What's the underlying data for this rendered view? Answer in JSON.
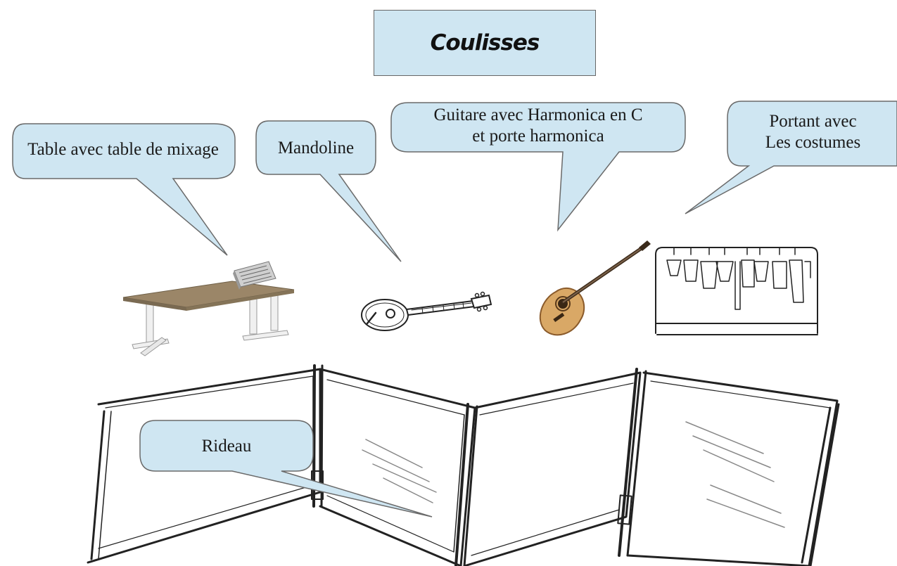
{
  "title": "Coulisses",
  "callouts": {
    "table": "Table avec table de mixage",
    "mandoline": "Mandoline",
    "guitare_line1": "Guitare avec Harmonica en C",
    "guitare_line2": "et porte harmonica",
    "portant_line1": "Portant avec",
    "portant_line2": "Les costumes",
    "rideau": "Rideau"
  },
  "colors": {
    "callout_fill": "#cfe6f2",
    "callout_stroke": "#6a6a6a",
    "title_fill": "#cfe6f2"
  }
}
